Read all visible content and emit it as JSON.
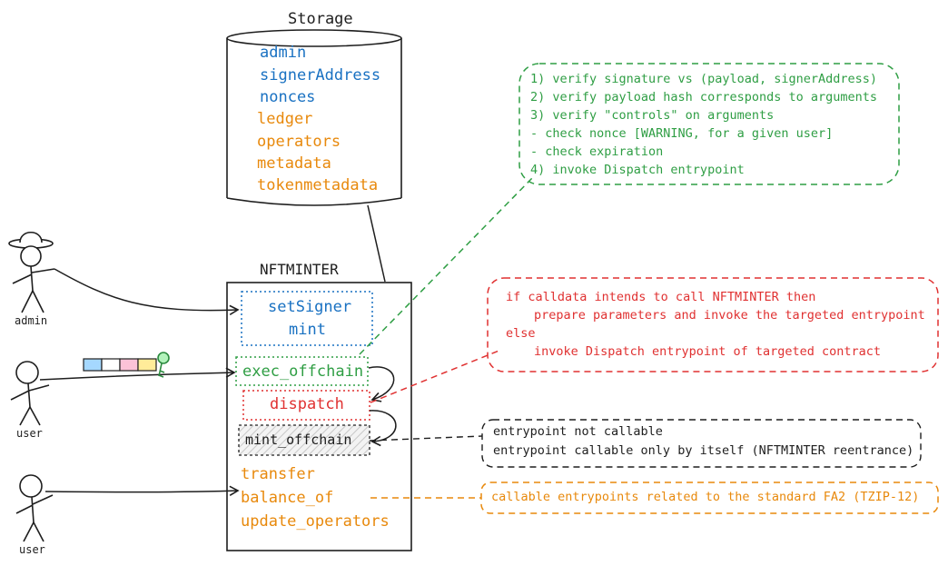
{
  "storage": {
    "title": "Storage",
    "fields": [
      {
        "label": "admin",
        "color": "#1971c2"
      },
      {
        "label": "signerAddress",
        "color": "#1971c2"
      },
      {
        "label": "nonces",
        "color": "#1971c2"
      },
      {
        "label": "ledger",
        "color": "#e8890c"
      },
      {
        "label": "operators",
        "color": "#e8890c"
      },
      {
        "label": "metadata",
        "color": "#e8890c"
      },
      {
        "label": "tokenmetadata",
        "color": "#e8890c"
      }
    ]
  },
  "contract": {
    "title": "NFTMINTER",
    "admin_entrypoints": [
      "setSigner",
      "mint"
    ],
    "offchain_entrypoint": "exec_offchain",
    "dispatch_entrypoint": "dispatch",
    "internal_entrypoint": "mint_offchain",
    "fa2_entrypoints": [
      "transfer",
      "balance_of",
      "update_operators"
    ]
  },
  "actors": {
    "admin": "admin",
    "user1": "user",
    "user2": "user"
  },
  "notes": {
    "offchain_steps": [
      "1) verify signature vs (payload, signerAddress)",
      "2) verify payload hash corresponds to arguments",
      "3) verify \"controls\" on arguments",
      "- check nonce [WARNING, for a given user]",
      "- check expiration",
      "4) invoke Dispatch entrypoint"
    ],
    "dispatch_logic": [
      "if calldata intends to call NFTMINTER then",
      "prepare parameters and invoke the targeted entrypoint",
      "else",
      "invoke Dispatch entrypoint of targeted contract"
    ],
    "internal_notes": [
      "entrypoint not callable",
      "entrypoint callable only by itself (NFTMINTER reentrance)"
    ],
    "fa2_note": "callable entrypoints related to the standard FA2 (TZIP-12)"
  },
  "colors": {
    "blue": "#1971c2",
    "orange": "#e8890c",
    "green": "#2f9e44",
    "red": "#e03131",
    "ink": "#1e1e1e"
  },
  "icons": [
    "hat-icon",
    "stick-figure-icon",
    "payload-token-icon",
    "key-icon"
  ]
}
